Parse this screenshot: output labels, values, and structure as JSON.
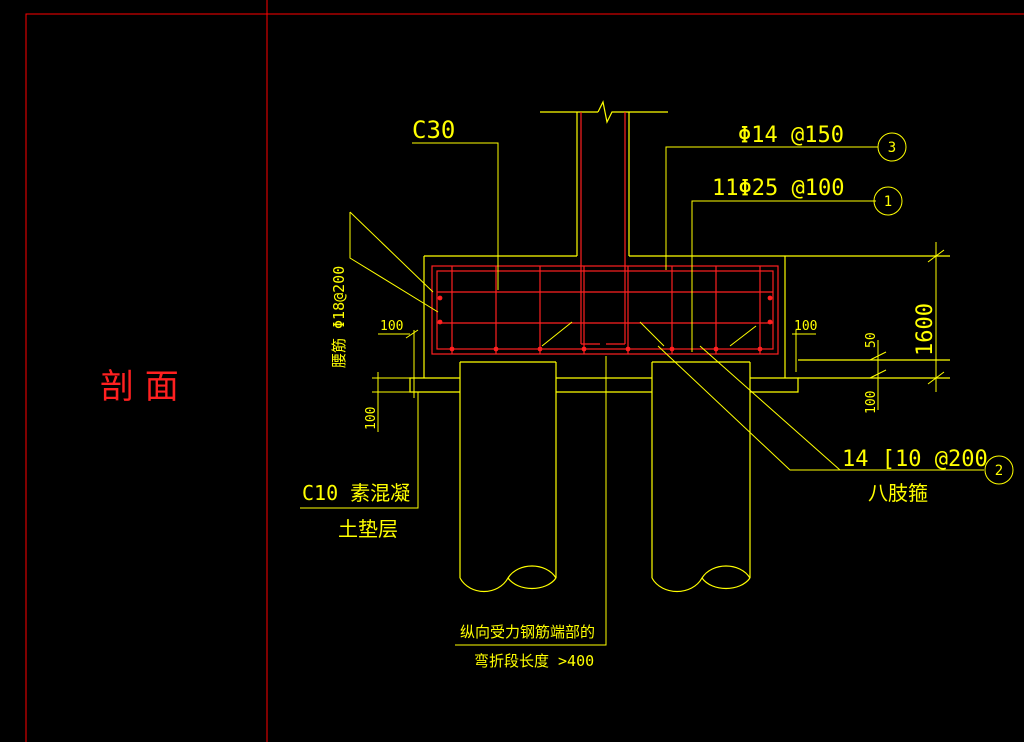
{
  "colors": {
    "background": "#000000",
    "frame": "#ff0000",
    "outline": "#ffff00",
    "rebar": "#ff2020"
  },
  "section_title": "剖 面",
  "labels": {
    "concrete_grade": "C30",
    "stirrup_spec": "Φ14 @150",
    "main_bar_spec": "11Φ25 @100",
    "side_bar_spec": "腰筋 Φ18@200",
    "hoop_spec": "14 [10 @200",
    "hoop_name": "八肢箍",
    "cushion_grade": "C10 素混凝",
    "cushion_name": "土垫层",
    "note_line1": "纵向受力钢筋端部的",
    "note_line2": "弯折段长度    >400"
  },
  "markers": [
    "3",
    "1",
    "2"
  ],
  "dimensions": {
    "left_offset": "100",
    "right_offset": "100",
    "cushion_thickness": "100",
    "right_bottom": "100",
    "right_fifty": "50",
    "cap_height": "1600"
  }
}
